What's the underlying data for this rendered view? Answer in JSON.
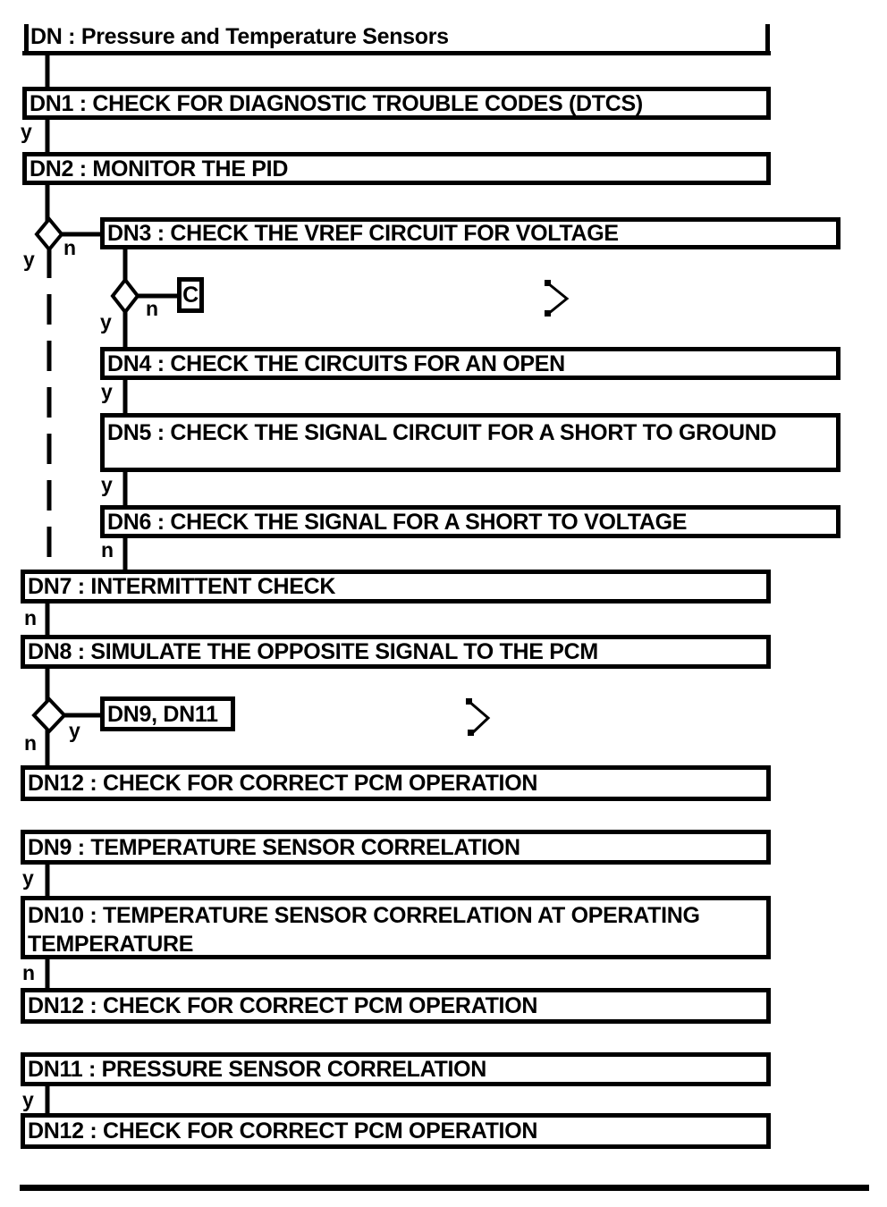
{
  "diagram": {
    "title": "DN : Pressure and Temperature Sensors",
    "nodes": {
      "dn1": "DN1 : CHECK FOR DIAGNOSTIC TROUBLE CODES (DTCS)",
      "dn2": "DN2 : MONITOR THE PID",
      "dn3": "DN3 : CHECK THE VREF CIRCUIT FOR VOLTAGE",
      "dn4": "DN4 : CHECK THE CIRCUITS FOR AN OPEN",
      "dn5": "DN5 : CHECK THE SIGNAL CIRCUIT FOR A SHORT TO GROUND",
      "dn6": "DN6 : CHECK THE SIGNAL FOR A SHORT TO VOLTAGE",
      "dn7": "DN7 : INTERMITTENT CHECK",
      "dn8": "DN8 : SIMULATE THE OPPOSITE SIGNAL TO THE PCM",
      "dn9_dn11_ref": "DN9, DN11",
      "dn12_after_dn8": "DN12 : CHECK FOR CORRECT PCM OPERATION",
      "dn9": "DN9 : TEMPERATURE SENSOR CORRELATION",
      "dn10": "DN10 : TEMPERATURE SENSOR CORRELATION AT OPERATING TEMPERATURE",
      "dn12_after_dn10": "DN12 : CHECK FOR CORRECT PCM OPERATION",
      "dn11": "DN11 : PRESSURE SENSOR CORRELATION",
      "dn12_after_dn11": "DN12 : CHECK FOR CORRECT PCM OPERATION",
      "offpage_c": "C"
    },
    "branch_labels": {
      "dn1_yes": "y",
      "dn2_no": "n",
      "dn2_yes": "y",
      "dn3_no": "n",
      "dn3_yes": "y",
      "dn4_yes": "y",
      "dn5_yes": "y",
      "dn6_no": "n",
      "dn7_no": "n",
      "dn8_yes": "y",
      "dn8_no": "n",
      "dn9_yes": "y",
      "dn10_no": "n",
      "dn11_yes": "y"
    },
    "colors": {
      "line": "#000000",
      "background": "#ffffff",
      "text": "#000000"
    }
  }
}
